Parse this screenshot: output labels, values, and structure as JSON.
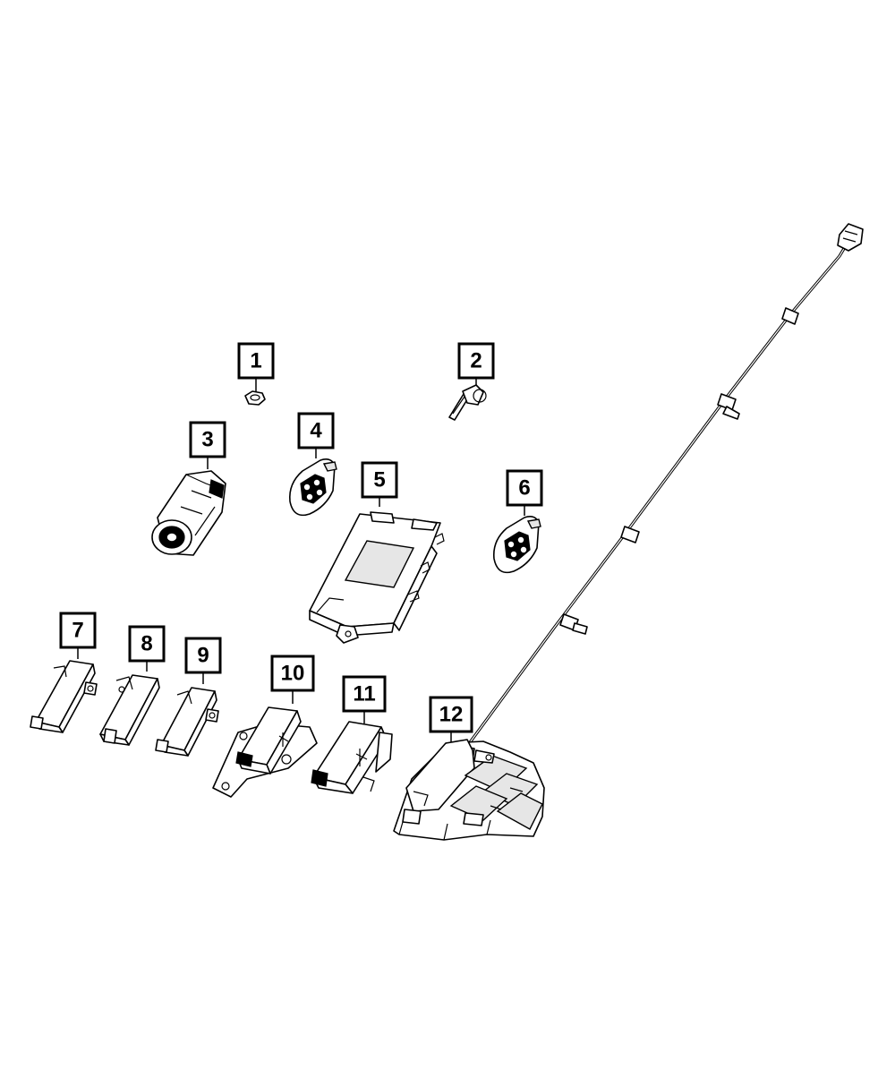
{
  "callouts": [
    {
      "id": "1",
      "label": "1"
    },
    {
      "id": "2",
      "label": "2"
    },
    {
      "id": "3",
      "label": "3"
    },
    {
      "id": "4",
      "label": "4"
    },
    {
      "id": "5",
      "label": "5"
    },
    {
      "id": "6",
      "label": "6"
    },
    {
      "id": "7",
      "label": "7"
    },
    {
      "id": "8",
      "label": "8"
    },
    {
      "id": "9",
      "label": "9"
    },
    {
      "id": "10",
      "label": "10"
    },
    {
      "id": "11",
      "label": "11"
    },
    {
      "id": "12",
      "label": "12"
    }
  ],
  "colors": {
    "line": "#000000",
    "background": "#ffffff",
    "fill": "#e6e6e6"
  }
}
